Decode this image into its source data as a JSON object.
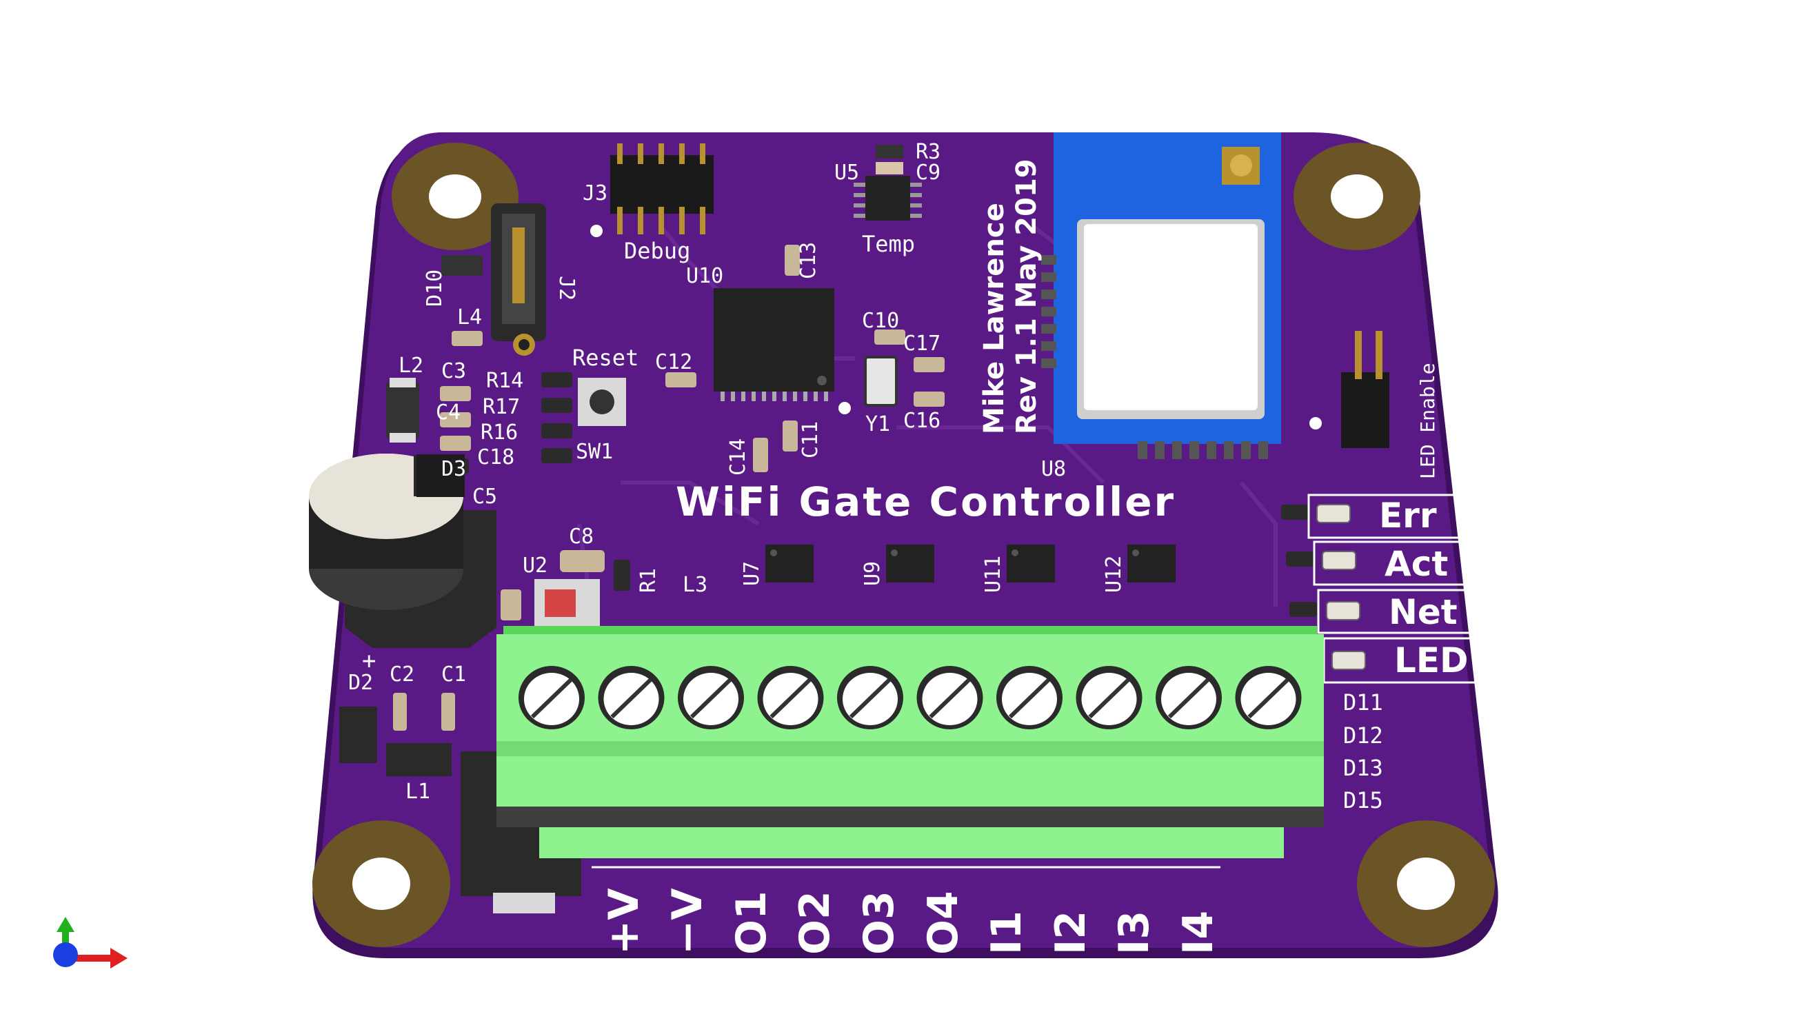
{
  "board": {
    "title": "WiFi Gate Controller",
    "author": "Mike Lawrence",
    "revision": "Rev 1.1 May 2019",
    "colors": {
      "pcb": "#5a1a86",
      "pcb_edge": "#3e0f5f",
      "silkscreen": "#ffffff",
      "pad": "#6b5426",
      "terminal": "#8ef28e",
      "module": "#1e63e0",
      "ic": "#222222"
    }
  },
  "labels": {
    "j3": "J3",
    "debug": "Debug",
    "u10": "U10",
    "u5": "U5",
    "r3": "R3",
    "c9": "C9",
    "temp": "Temp",
    "c13": "C13",
    "c10": "C10",
    "c17": "C17",
    "c16": "C16",
    "y1": "Y1",
    "c12": "C12",
    "c11": "C11",
    "c14": "C14",
    "reset": "Reset",
    "sw1": "SW1",
    "d10": "D10",
    "j2": "J2",
    "l4": "L4",
    "l2": "L2",
    "c3": "C3",
    "c4": "C4",
    "r14": "R14",
    "r17": "R17",
    "r16": "R16",
    "c18": "C18",
    "d3": "D3",
    "c5": "C5",
    "c8": "C8",
    "u2": "U2",
    "r1": "R1",
    "l3": "L3",
    "u7": "U7",
    "u9": "U9",
    "u11": "U11",
    "u12": "U12",
    "u8": "U8",
    "led_enable": "LED Enable",
    "c2": "C2",
    "c1": "C1",
    "d2": "D2",
    "l1": "L1",
    "plus": "+",
    "d11": "D11",
    "d12": "D12",
    "d13": "D13",
    "d15": "D15"
  },
  "status_leds": [
    "Err",
    "Act",
    "Net",
    "LED"
  ],
  "terminals": [
    "+V",
    "−V",
    "O1",
    "O2",
    "O3",
    "O4",
    "I1",
    "I2",
    "I3",
    "I4"
  ],
  "axes_icon": "3d-axis-indicator-icon"
}
